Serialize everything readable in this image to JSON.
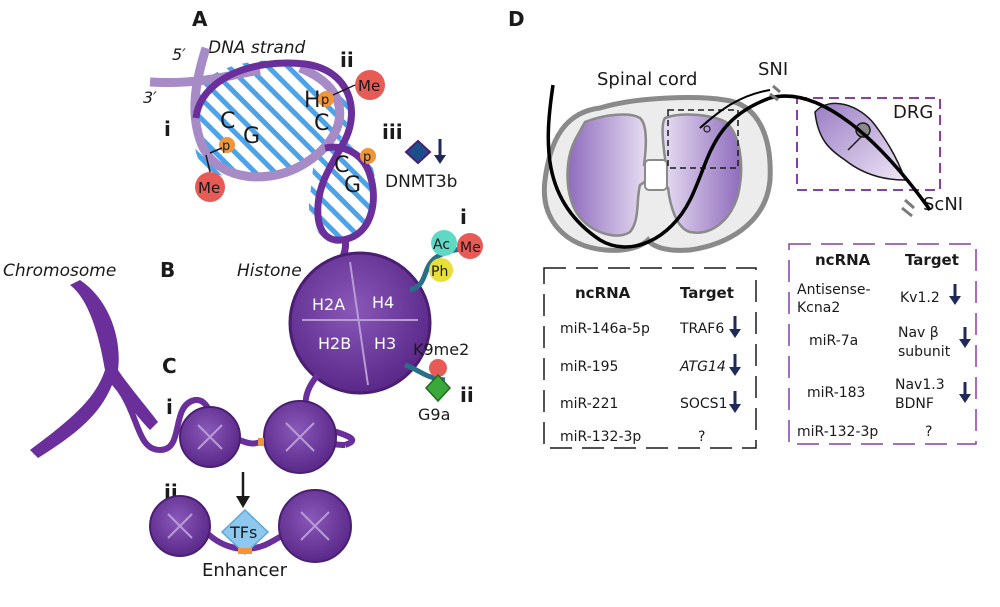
{
  "panel_a": {
    "letter": "A",
    "dna_label": "DNA strand",
    "five_prime": "5′",
    "three_prime": "3′",
    "roman_i": "i",
    "roman_ii": "ii",
    "roman_iii": "iii",
    "me1": "Me",
    "me2": "Me",
    "p1": "p",
    "p2": "p",
    "p3": "p",
    "c1": "C",
    "g1": "G",
    "h": "H",
    "c2": "C",
    "c3": "C",
    "g2": "G",
    "dnmt": "DNMT3b"
  },
  "panel_b": {
    "letter": "B",
    "histone_label": "Histone",
    "h2a": "H2A",
    "h4": "H4",
    "h2b": "H2B",
    "h3": "H3",
    "roman_i": "i",
    "roman_ii": "ii",
    "ac": "Ac",
    "me": "Me",
    "ph": "Ph",
    "k9": "K9me2",
    "g9a": "G9a"
  },
  "chromosome_label": "Chromosome",
  "panel_c": {
    "letter": "C",
    "roman_i": "i",
    "roman_ii": "ii",
    "tfs": "TFs",
    "enhancer": "Enhancer"
  },
  "panel_d": {
    "letter": "D",
    "spinal_cord": "Spinal cord",
    "sni": "SNI",
    "drg": "DRG",
    "scni": "ScNI",
    "left_table": {
      "col1": "ncRNA",
      "col2": "Target",
      "rows": [
        {
          "ncrna": "miR-146a-5p",
          "target": "TRAF6"
        },
        {
          "ncrna": "miR-195",
          "target": "ATG14"
        },
        {
          "ncrna": "miR-221",
          "target": "SOCS1"
        },
        {
          "ncrna": "miR-132-3p",
          "target": "?"
        }
      ]
    },
    "right_table": {
      "col1": "ncRNA",
      "col2": "Target",
      "rows": [
        {
          "ncrna_l1": "Antisense-",
          "ncrna_l2": "Kcna2",
          "target_l1": "Kv1.2",
          "target_l2": ""
        },
        {
          "ncrna_l1": "miR-7a",
          "ncrna_l2": "",
          "target_l1": "Nav β",
          "target_l2": "subunit"
        },
        {
          "ncrna_l1": "miR-183",
          "ncrna_l2": "",
          "target_l1": "Nav1.3",
          "target_l2": "BDNF"
        },
        {
          "ncrna_l1": "miR-132-3p",
          "ncrna_l2": "",
          "target_l1": "?",
          "target_l2": ""
        }
      ]
    }
  },
  "colors": {
    "purple": "#6a2f9a",
    "purple_dark": "#4a1f72",
    "purple_light": "#a68bc6",
    "blue_stripe": "#4da3e8",
    "me_red": "#e85a55",
    "p_orange": "#f0953a",
    "ac_teal": "#5fd9c4",
    "ph_yellow": "#e8df3a",
    "arrow_navy": "#1f2a5a",
    "dash_purple": "#8a3fa5"
  }
}
